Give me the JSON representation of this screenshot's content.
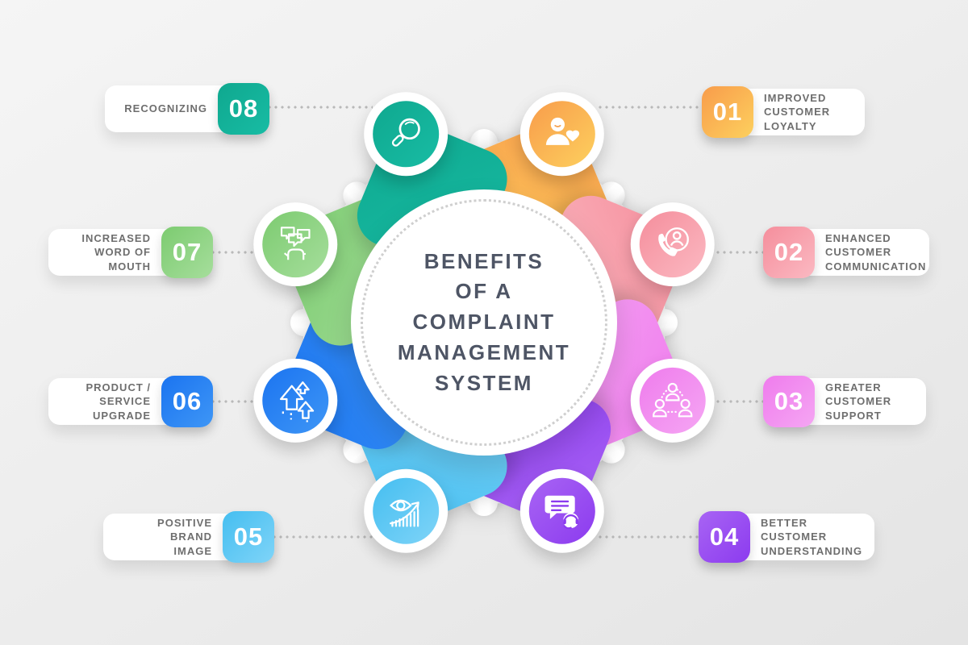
{
  "title": {
    "text": "BENEFITS OF A COMPLAINT MANAGEMENT SYSTEM",
    "lines": [
      "BENEFITS",
      "OF A",
      "COMPLAINT",
      "MANAGEMENT",
      "SYSTEM"
    ]
  },
  "theme": {
    "bg1": "#f5f5f5",
    "bg2": "#e4e4e4",
    "title": "#4E5565",
    "label": "#6E6E6E",
    "dot": "#b9b9b9",
    "card": "#ffffff"
  },
  "items": [
    {
      "number": "01",
      "label": "IMPROVED CUSTOMER LOYALTY",
      "lines": [
        "IMPROVED",
        "CUSTOMER",
        "LOYALTY"
      ],
      "icon": "user-heart-icon",
      "colors": [
        "#F89C4B",
        "#FDD05E"
      ],
      "side": "right"
    },
    {
      "number": "02",
      "label": "ENHANCED CUSTOMER COMMUNICATION",
      "lines": [
        "ENHANCED",
        "CUSTOMER",
        "COMMUNICATION"
      ],
      "icon": "phone-contact-icon",
      "colors": [
        "#F58E9C",
        "#FBB9C2"
      ],
      "side": "right"
    },
    {
      "number": "03",
      "label": "GREATER CUSTOMER SUPPORT",
      "lines": [
        "GREATER",
        "CUSTOMER",
        "SUPPORT"
      ],
      "icon": "team-network-icon",
      "colors": [
        "#EF7CED",
        "#F5A6F3"
      ],
      "side": "right"
    },
    {
      "number": "04",
      "label": "BETTER CUSTOMER UNDERSTANDING",
      "lines": [
        "BETTER",
        "CUSTOMER",
        "UNDERSTANDING"
      ],
      "icon": "support-agent-chat-icon",
      "colors": [
        "#A864F4",
        "#8C3BEF"
      ],
      "side": "right"
    },
    {
      "number": "05",
      "label": "POSITIVE BRAND IMAGE",
      "lines": [
        "POSITIVE",
        "BRAND",
        "IMAGE"
      ],
      "icon": "insight-growth-icon",
      "colors": [
        "#45BEF0",
        "#7FD4F8"
      ],
      "side": "left"
    },
    {
      "number": "06",
      "label": "PRODUCT / SERVICE UPGRADE",
      "lines": [
        "PRODUCT /",
        "SERVICE",
        "UPGRADE"
      ],
      "icon": "upgrade-arrows-icon",
      "colors": [
        "#1B74F0",
        "#3E96F6"
      ],
      "side": "left"
    },
    {
      "number": "07",
      "label": "INCREASED WORD OF MOUTH",
      "lines": [
        "INCREASED",
        "WORD OF",
        "MOUTH"
      ],
      "icon": "word-of-mouth-icon",
      "colors": [
        "#7CCB70",
        "#A6DE9C"
      ],
      "side": "left"
    },
    {
      "number": "08",
      "label": "RECOGNIZING",
      "lines": [
        "RECOGNIZING"
      ],
      "icon": "magnifier-icon",
      "colors": [
        "#0FA88F",
        "#18BCA4"
      ],
      "side": "left"
    }
  ]
}
